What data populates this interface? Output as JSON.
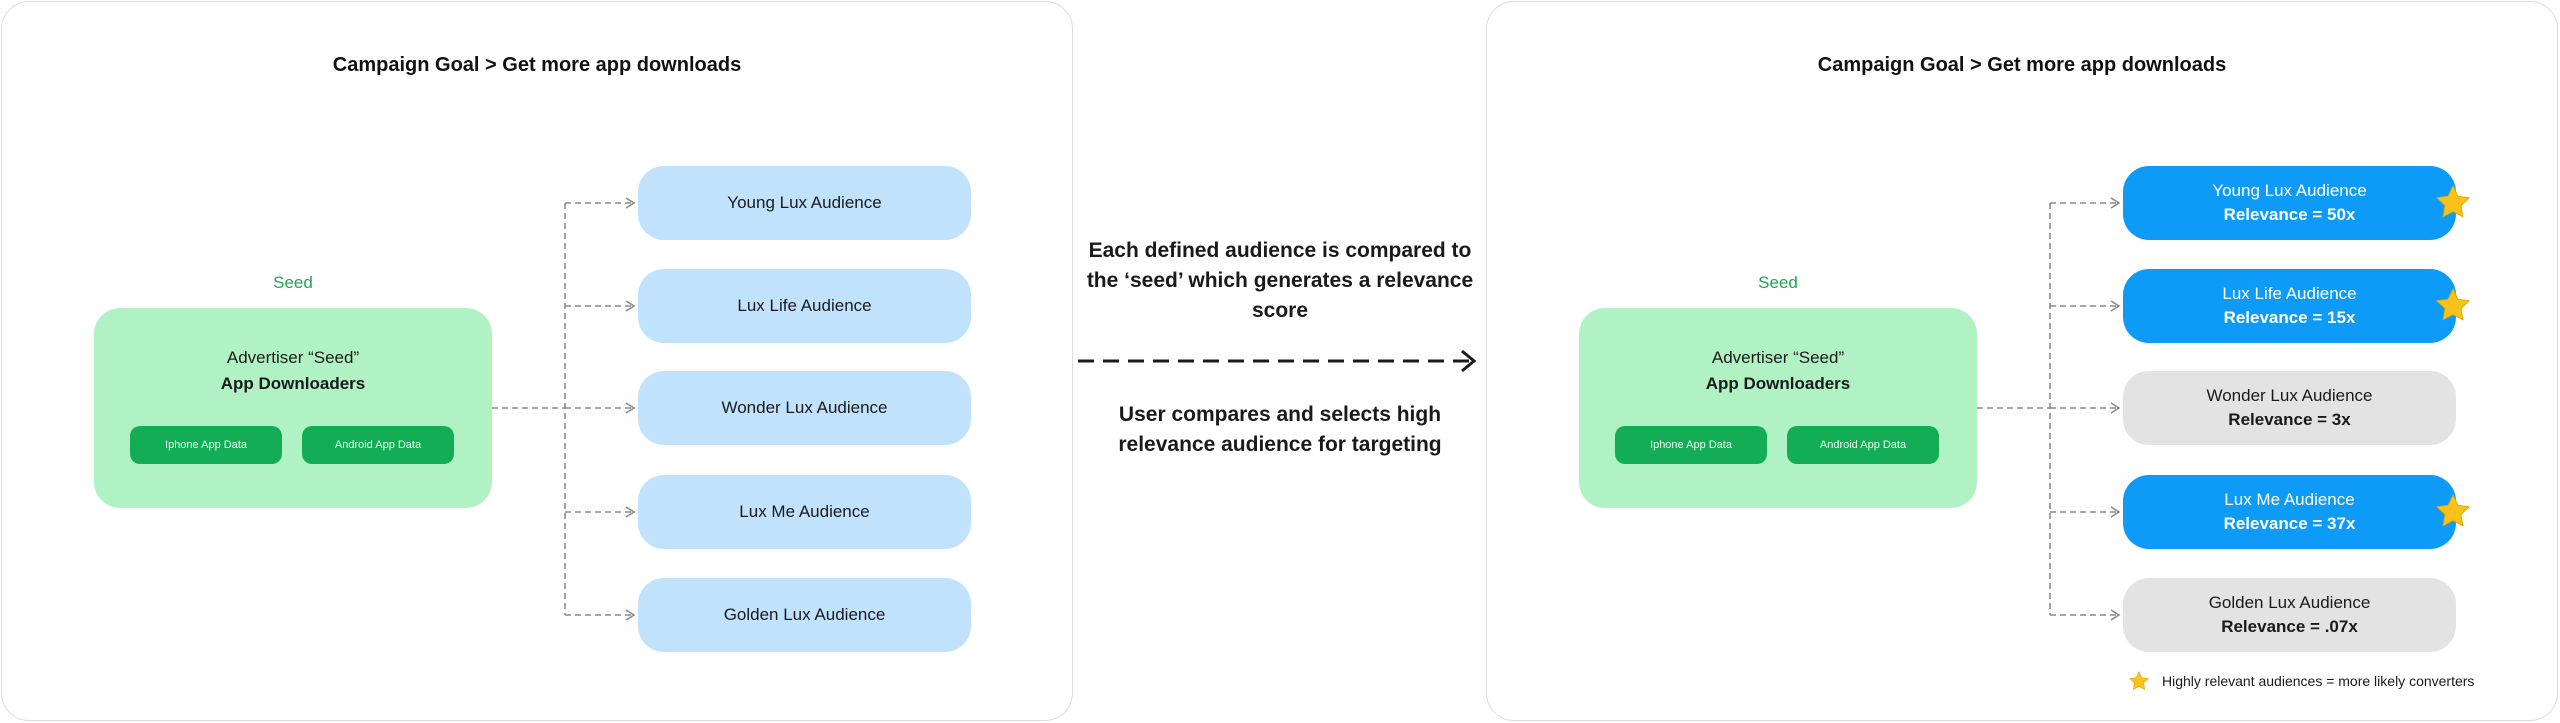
{
  "left_panel": {
    "title": "Campaign Goal > Get more app downloads",
    "seed": {
      "label": "Seed",
      "title": "Advertiser “Seed”",
      "subtitle": "App Downloaders",
      "chips": [
        "Iphone App Data",
        "Android App Data"
      ]
    },
    "audiences": [
      {
        "label": "Young Lux Audience"
      },
      {
        "label": "Lux Life Audience"
      },
      {
        "label": "Wonder Lux Audience"
      },
      {
        "label": "Lux Me Audience"
      },
      {
        "label": "Golden Lux Audience"
      }
    ]
  },
  "middle": {
    "text_top": "Each defined audience is compared to the ‘seed’ which generates a relevance score",
    "text_bottom": "User compares and selects high relevance audience for targeting"
  },
  "right_panel": {
    "title": "Campaign Goal > Get more app downloads",
    "seed": {
      "label": "Seed",
      "title": "Advertiser “Seed”",
      "subtitle": "App Downloaders",
      "chips": [
        "Iphone App Data",
        "Android App Data"
      ]
    },
    "audiences": [
      {
        "label": "Young Lux Audience",
        "score": "Relevance = 50x",
        "highlighted": true
      },
      {
        "label": "Lux Life Audience",
        "score": "Relevance = 15x",
        "highlighted": true
      },
      {
        "label": "Wonder Lux Audience",
        "score": "Relevance = 3x",
        "highlighted": false
      },
      {
        "label": "Lux Me Audience",
        "score": "Relevance = 37x",
        "highlighted": true
      },
      {
        "label": "Golden Lux Audience",
        "score": "Relevance = .07x",
        "highlighted": false
      }
    ],
    "legend": "Highly relevant audiences = more likely converters"
  },
  "icons": {
    "highlight": "star-icon",
    "flow": "dashed-arrow-icon"
  },
  "colors": {
    "seed_bg": "#b1f2c5",
    "seed_text": "#1fa64f",
    "chip_bg": "#13ad55",
    "audience_default": "#c1e2fd",
    "audience_highlight": "#0d9bf7",
    "audience_low": "#e3e3e3",
    "star": "#f9c11a"
  }
}
